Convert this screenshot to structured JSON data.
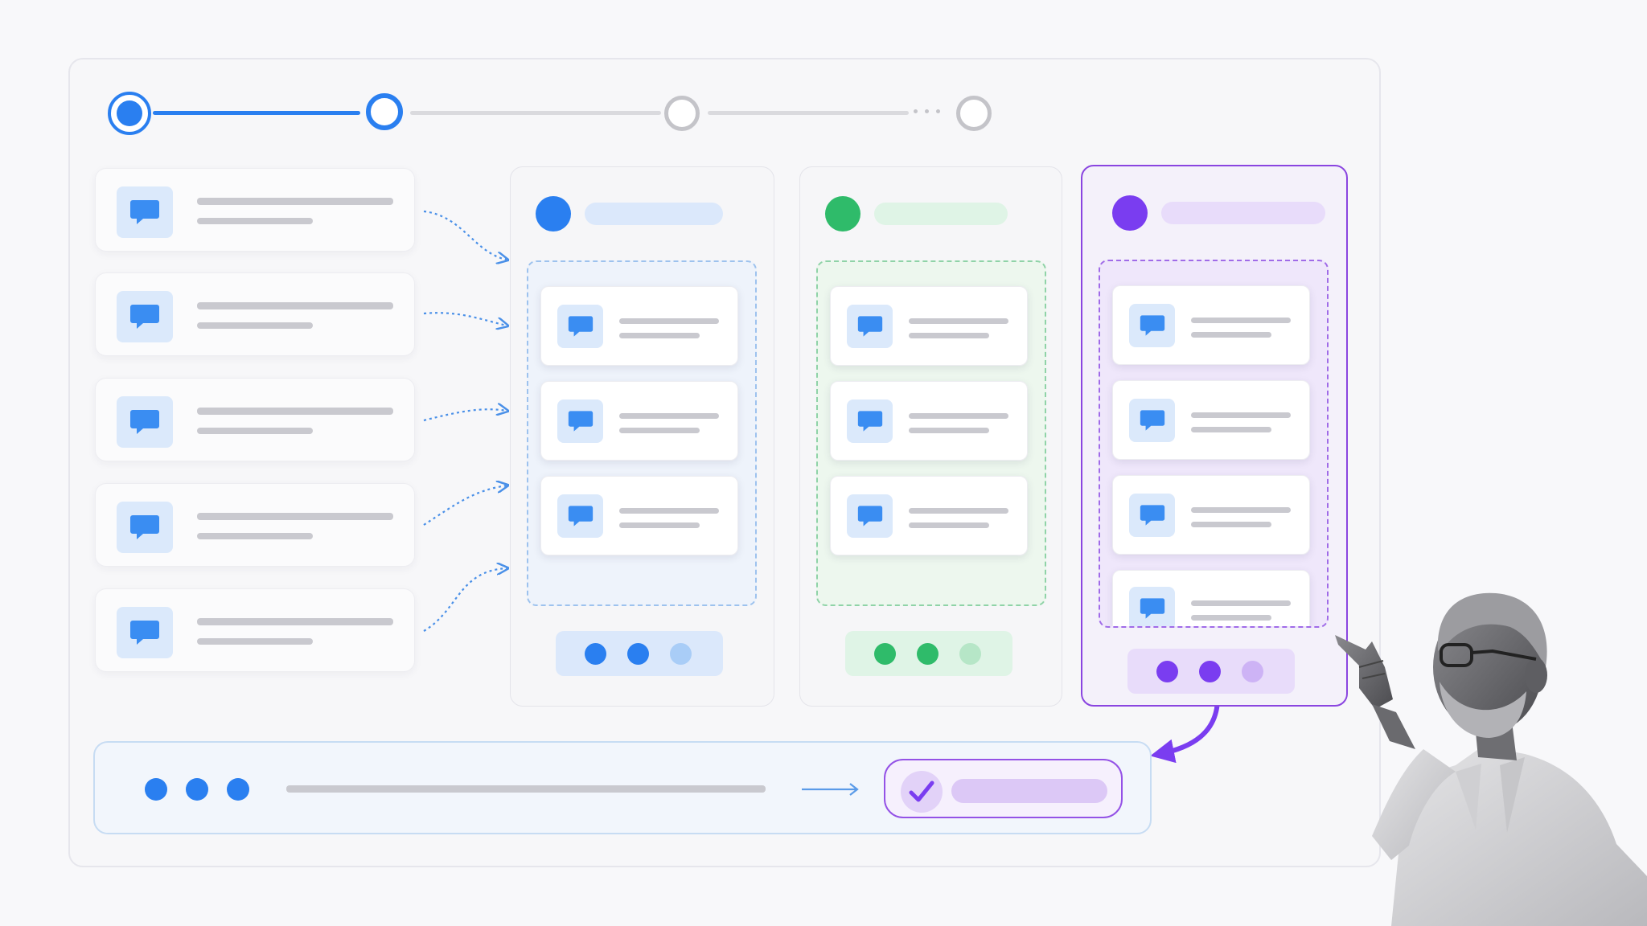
{
  "stepper": {
    "steps": 4,
    "current_step": 2,
    "accent": "#2a7ff0",
    "inactive": "#c4c4c9"
  },
  "source_panel": {
    "item_count": 5,
    "icon": "chat-bubble-icon"
  },
  "columns": [
    {
      "accent": "#2a7ff0",
      "tint": "#dbe8fb",
      "zone_bg": "#eef3fb",
      "zone_border": "#9dc2ee",
      "cards": 3,
      "selected": false
    },
    {
      "accent": "#2fbb6a",
      "tint": "#dff4e6",
      "zone_bg": "#edf7ee",
      "zone_border": "#8fd3a7",
      "cards": 3,
      "selected": false
    },
    {
      "accent": "#7a3df0",
      "tint": "#e8dcfa",
      "zone_bg": "#efe7fb",
      "zone_border": "#a06be8",
      "cards": 4,
      "selected": true
    }
  ],
  "bottom_bar": {
    "accent": "#2a7ff0",
    "status": "complete",
    "status_accent": "#7a3df0",
    "icon": "checkmark-icon"
  },
  "colors": {
    "background": "#f8f8fa",
    "card": "#ffffff",
    "placeholder_text": "#c9c9cf"
  }
}
